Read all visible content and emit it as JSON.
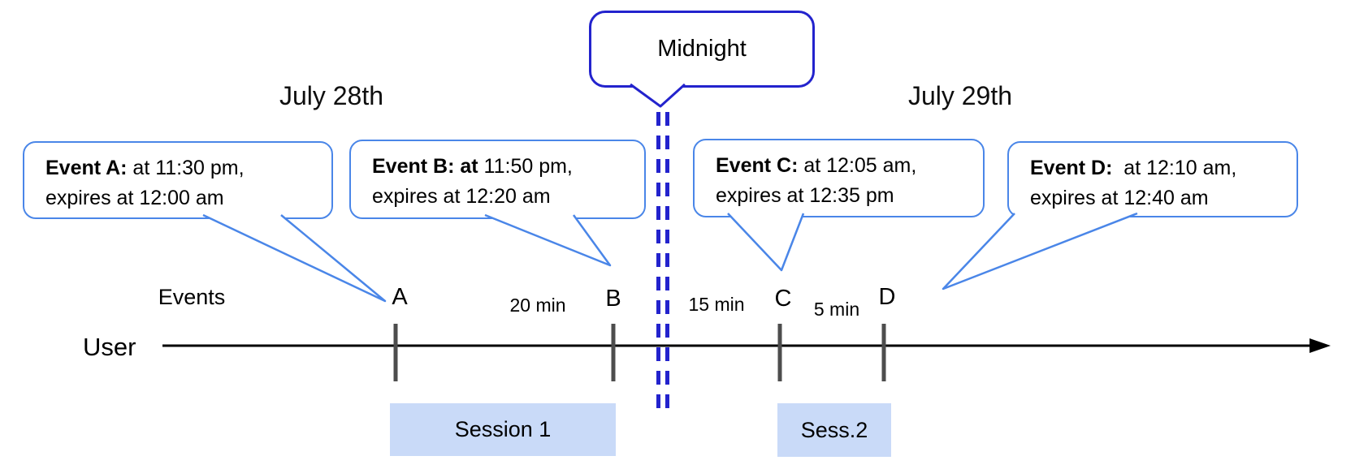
{
  "diagram": {
    "dates": {
      "left": "July 28th",
      "right": "July 29th"
    },
    "midnight": {
      "label": "Midnight"
    },
    "axis": {
      "user_label": "User",
      "events_label": "Events"
    },
    "events": [
      {
        "letter": "A",
        "callout_bold": "Event A:",
        "callout_rest": " at 11:30 pm,",
        "callout_line2": "expires at 12:00 am"
      },
      {
        "letter": "B",
        "callout_bold": "Event B: at",
        "callout_rest": " 11:50 pm,",
        "callout_line2": "expires at 12:20 am"
      },
      {
        "letter": "C",
        "callout_bold": "Event C:",
        "callout_rest": " at 12:05 am,",
        "callout_line2": "expires at 12:35 pm"
      },
      {
        "letter": "D",
        "callout_bold": "Event D:",
        "callout_rest": "  at 12:10 am,",
        "callout_line2": "expires at 12:40 am"
      }
    ],
    "intervals": [
      {
        "label": "20 min"
      },
      {
        "label": "15 min"
      },
      {
        "label": "5 min"
      }
    ],
    "sessions": [
      {
        "label": "Session 1"
      },
      {
        "label": "Sess.2"
      }
    ],
    "colors": {
      "callout_border": "#4a86e8",
      "midnight_blue": "#2323cd",
      "session_fill": "#c9daf8",
      "tick_gray": "#4d4d4d",
      "timeline_black": "#000000"
    }
  }
}
